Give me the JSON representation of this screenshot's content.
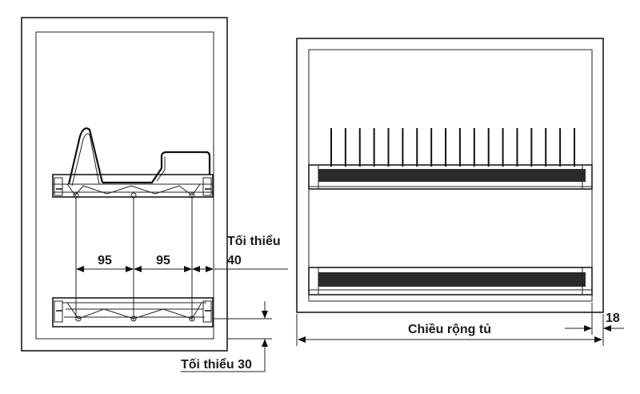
{
  "labels": {
    "spacing_left": "95",
    "spacing_right": "95",
    "min_label_top": "Tối thiểu",
    "min_value_40": "40",
    "min_label_bottom": "Tối thiểu 30",
    "cabinet_width": "Chiều rộng tủ",
    "panel_thickness": "18"
  },
  "colors": {
    "stroke": "#1a1a1a",
    "tray": "#2b2b2b",
    "background": "#ffffff"
  }
}
